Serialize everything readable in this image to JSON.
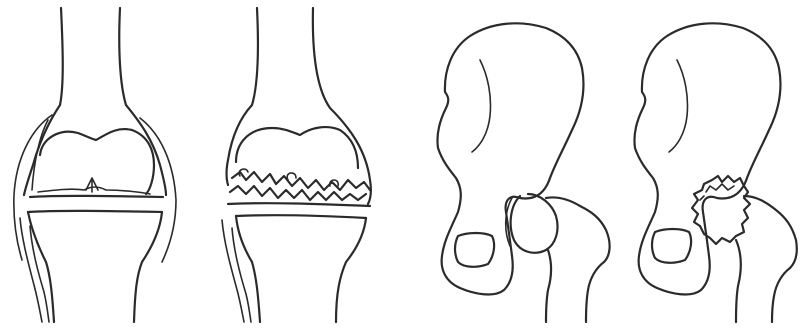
{
  "colors": {
    "paper": "#ffffff",
    "ink": "#2b2b2b"
  },
  "figures": [
    {
      "name": "healthy-knee-joint-sketch"
    },
    {
      "name": "arthritic-knee-joint-sketch"
    },
    {
      "name": "healthy-hip-joint-sketch"
    },
    {
      "name": "arthritic-hip-joint-sketch"
    }
  ]
}
